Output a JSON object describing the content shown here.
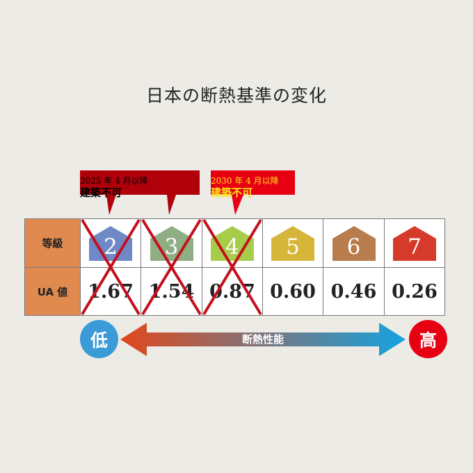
{
  "title": "日本の断熱基準の変化",
  "callouts": [
    {
      "line1": "2025 年 4 月以降",
      "line2": "建築不可",
      "color": "#b0000a",
      "text_color": "#ffffff"
    },
    {
      "line1": "2030 年 4 月以降",
      "line2": "建築不可",
      "color": "#e60012",
      "text_color": "#ffe21a"
    }
  ],
  "table": {
    "grade_label": "等級",
    "ua_label": "UA 値",
    "grades": [
      {
        "grade": "2",
        "ua": "1.67",
        "color": "#6f88c6",
        "crossed": true
      },
      {
        "grade": "3",
        "ua": "1.54",
        "color": "#8fae84",
        "crossed": true
      },
      {
        "grade": "4",
        "ua": "0.87",
        "color": "#a7cc4a",
        "crossed": true
      },
      {
        "grade": "5",
        "ua": "0.60",
        "color": "#d6b638",
        "crossed": false
      },
      {
        "grade": "6",
        "ua": "0.46",
        "color": "#b97c4c",
        "crossed": false
      },
      {
        "grade": "7",
        "ua": "0.26",
        "color": "#d63a2a",
        "crossed": false
      }
    ]
  },
  "scale": {
    "low": "低",
    "high": "高",
    "label": "断熱性能",
    "low_color": "#3a9bd8",
    "high_color": "#e60012",
    "arrow_start_color": "#e2481c",
    "arrow_end_color": "#14a3e0",
    "cross_color": "#c4101c"
  }
}
